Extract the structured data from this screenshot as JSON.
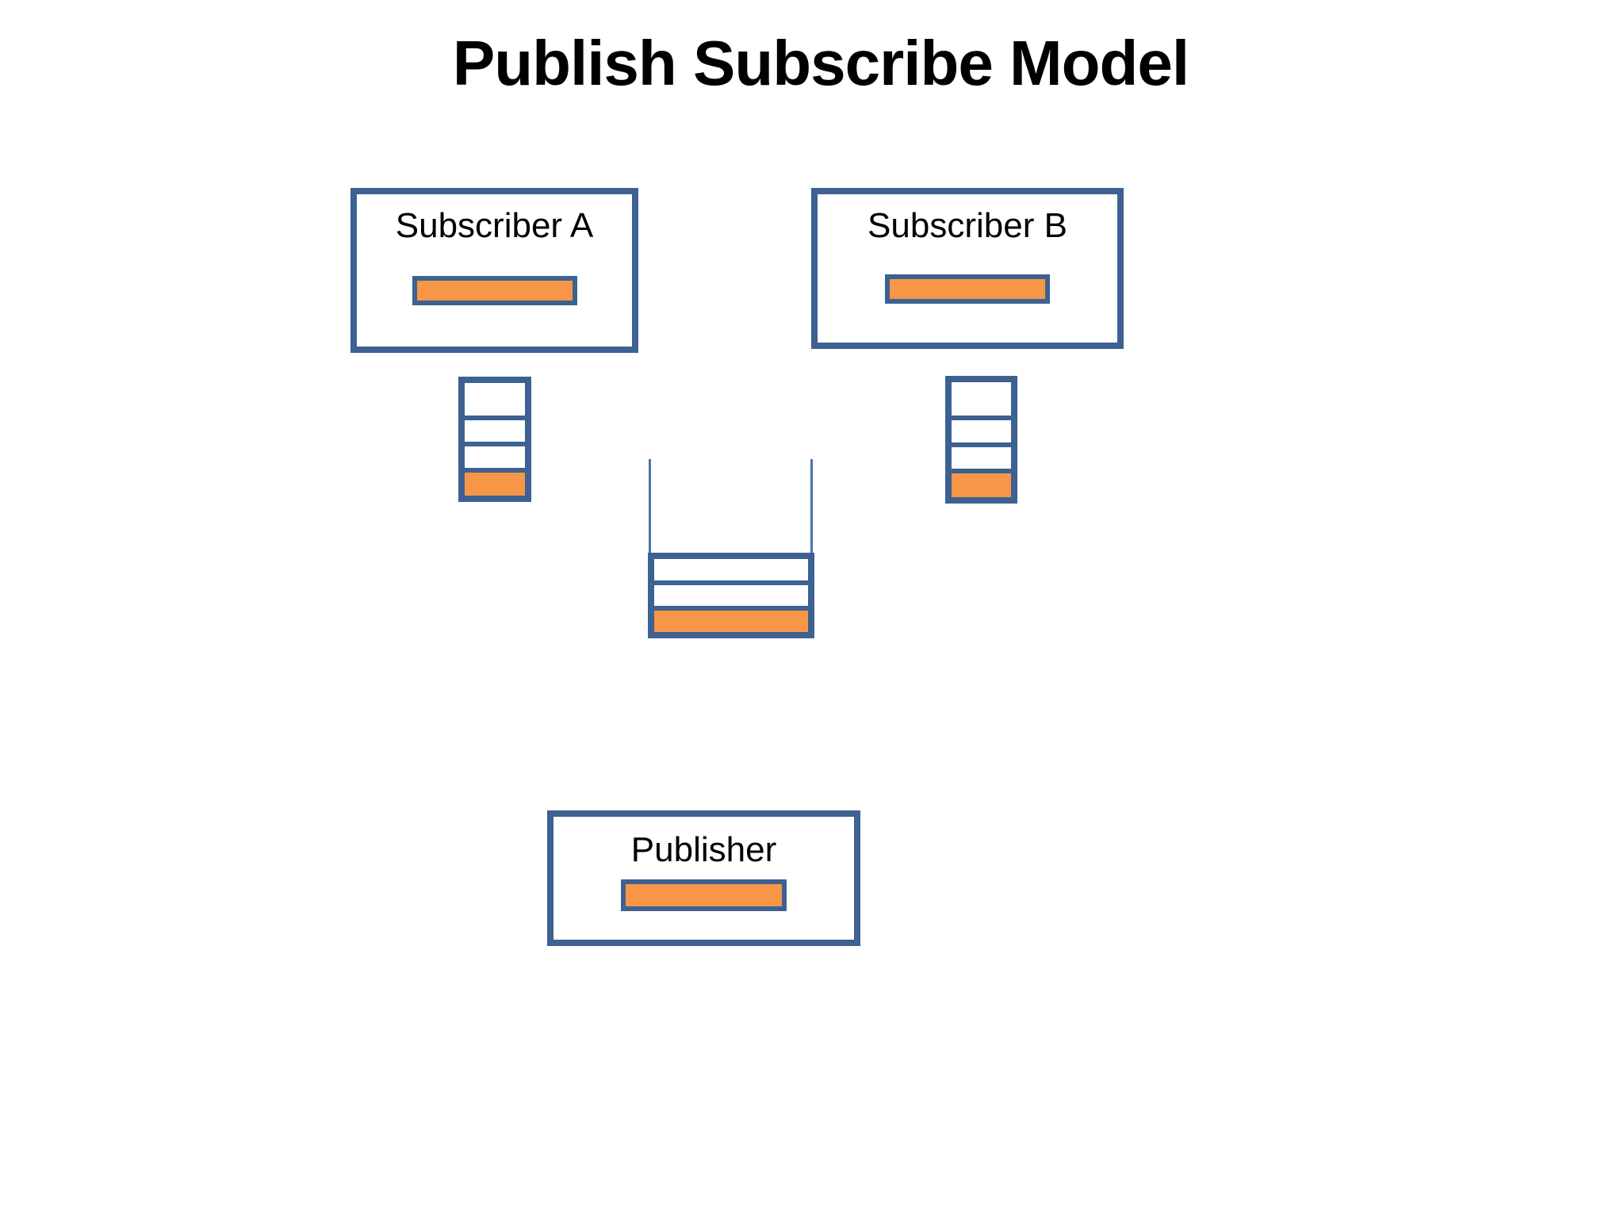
{
  "title": "Publish Subscribe Model",
  "colors": {
    "shape_border_blue": "#3d6191",
    "message_orange": "#f79646",
    "queue_wall_blue": "#4c74a6",
    "background": "#ffffff",
    "label_text": "#000000"
  },
  "nodes": {
    "subscriber_a": {
      "label": "Subscriber A"
    },
    "subscriber_b": {
      "label": "Subscriber B"
    },
    "publisher": {
      "label": "Publisher"
    }
  },
  "queues": {
    "subscriber_a_queue": {
      "slots": [
        "empty",
        "empty",
        "empty",
        "message"
      ]
    },
    "subscriber_b_queue": {
      "slots": [
        "empty",
        "empty",
        "empty",
        "message"
      ]
    },
    "topic_queue": {
      "slots": [
        "empty",
        "empty",
        "message"
      ]
    }
  }
}
